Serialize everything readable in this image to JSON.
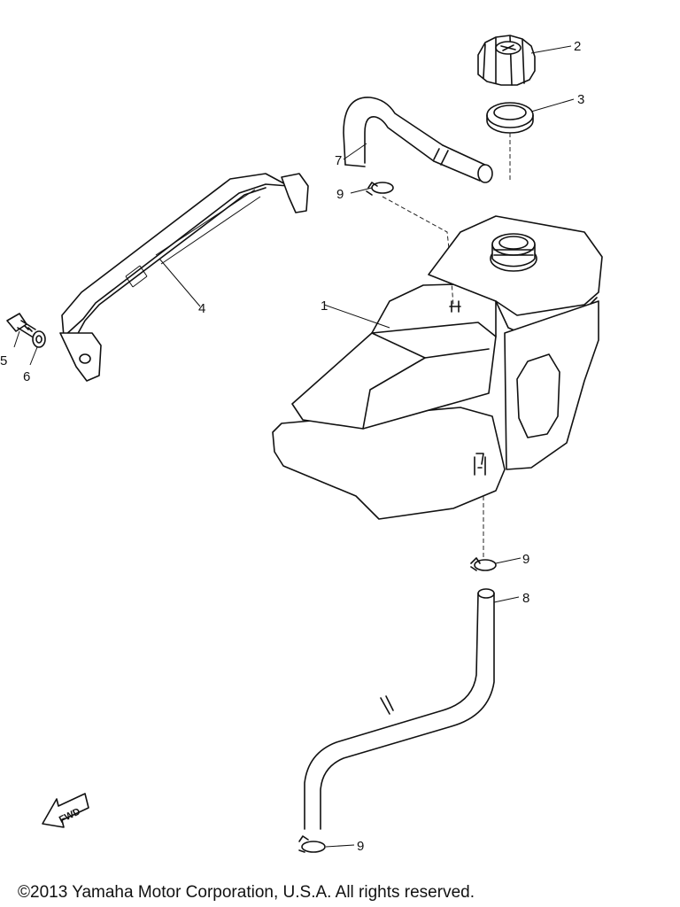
{
  "parts": [
    {
      "id": "part-1",
      "label": "1"
    },
    {
      "id": "part-2",
      "label": "2"
    },
    {
      "id": "part-3",
      "label": "3"
    },
    {
      "id": "part-4",
      "label": "4"
    },
    {
      "id": "part-5",
      "label": "5"
    },
    {
      "id": "part-6",
      "label": "6"
    },
    {
      "id": "part-7",
      "label": "7"
    },
    {
      "id": "part-8",
      "label": "8"
    },
    {
      "id": "part-9a",
      "label": "9"
    },
    {
      "id": "part-9b",
      "label": "9"
    },
    {
      "id": "part-9c",
      "label": "9"
    }
  ],
  "fwd_label": "FWD",
  "copyright": "©2013 Yamaha Motor Corporation, U.S.A. All rights reserved."
}
